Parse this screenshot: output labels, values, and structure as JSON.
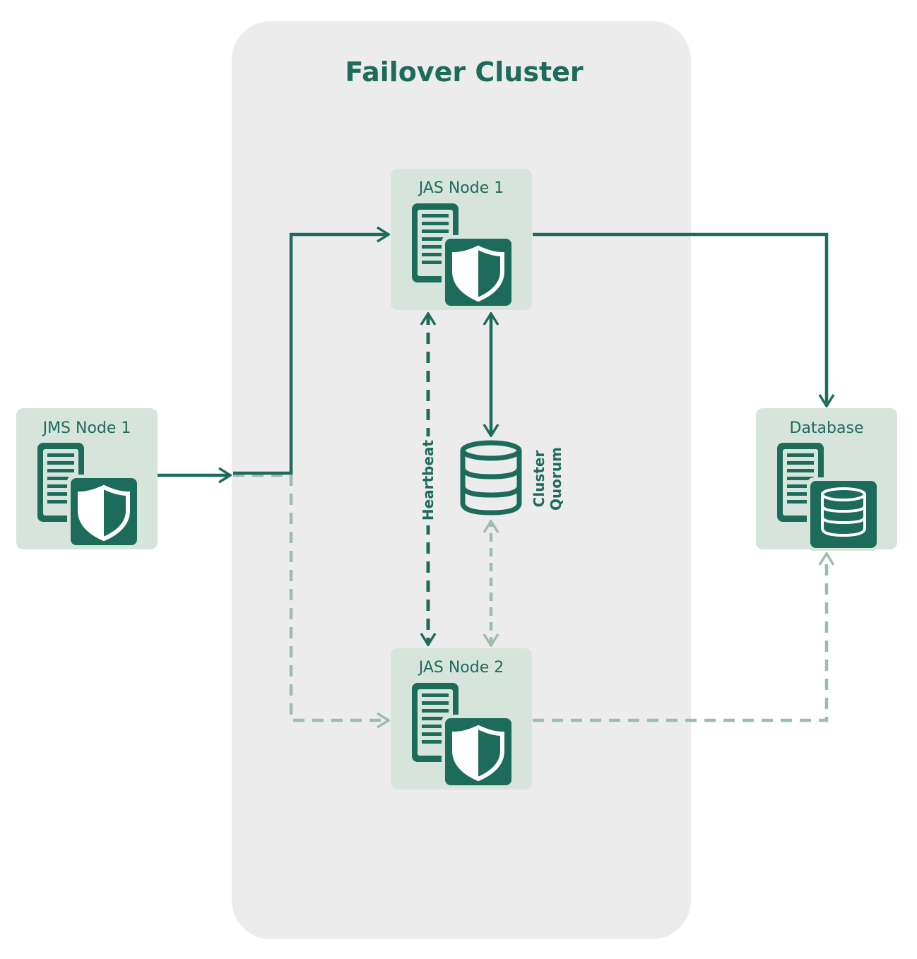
{
  "cluster": {
    "title": "Failover Cluster"
  },
  "nodes": {
    "jms1": {
      "label": "JMS Node 1",
      "icon": "server-shield-icon"
    },
    "jas1": {
      "label": "JAS Node 1",
      "icon": "server-shield-icon"
    },
    "jas2": {
      "label": "JAS Node 2",
      "icon": "server-shield-icon"
    },
    "database": {
      "label": "Database",
      "icon": "server-database-icon"
    }
  },
  "quorum": {
    "label_line1": "Cluster",
    "label_line2": "Quorum",
    "icon": "database-icon"
  },
  "heartbeat": {
    "label": "Heartbeat"
  },
  "colors": {
    "primary": "#1d6b5b",
    "node_bg": "#d6e4dc",
    "cluster_bg": "#ececec",
    "inactive": "#9dbcb1"
  }
}
